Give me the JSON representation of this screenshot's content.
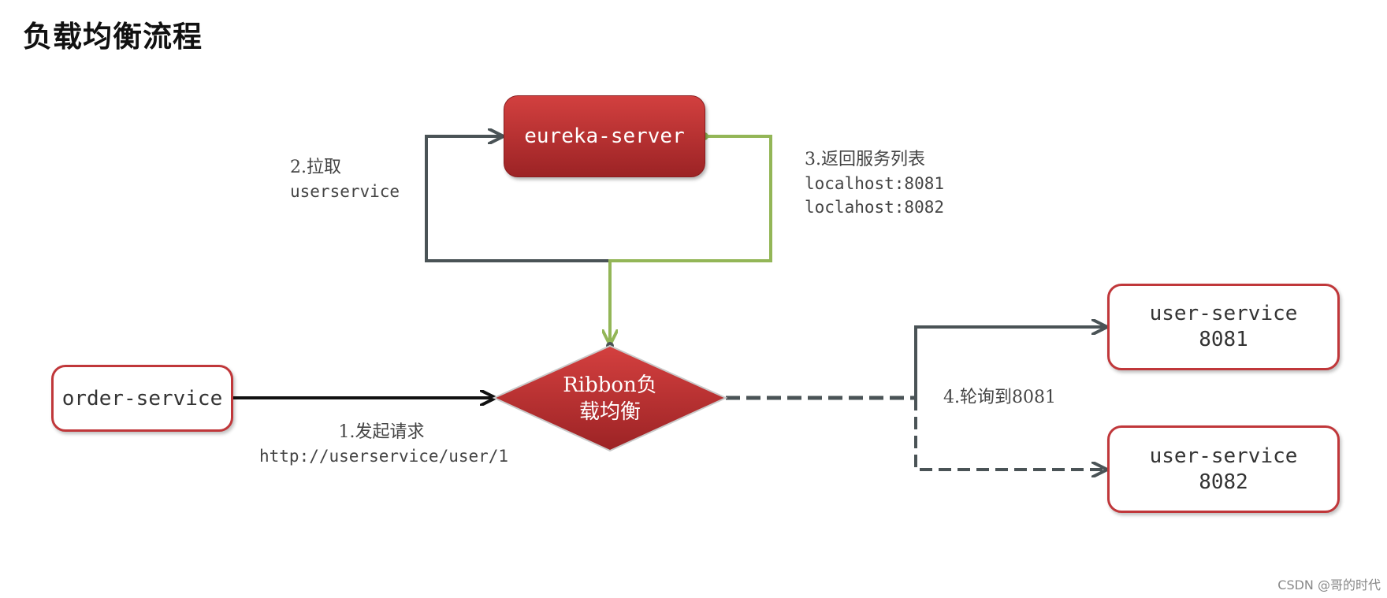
{
  "title": "负载均衡流程",
  "nodes": {
    "eureka": "eureka-server",
    "order": "order-service",
    "ribbon_line1": "Ribbon负",
    "ribbon_line2": "载均衡",
    "user8081_name": "user-service",
    "user8081_port": "8081",
    "user8082_name": "user-service",
    "user8082_port": "8082"
  },
  "labels": {
    "step1_title": "1.发起请求",
    "step1_url": "http://userservice/user/1",
    "step2_title": "2.拉取",
    "step2_sub": "userservice",
    "step3_title": "3.返回服务列表",
    "step3_item1": "localhost:8081",
    "step3_item2": "loclahost:8082",
    "step4_title": "4.轮询到8081"
  },
  "colors": {
    "red": "#c0373a",
    "dark_arrow": "#4a5356",
    "green_arrow": "#93b657"
  },
  "watermark": "CSDN @哥的时代"
}
